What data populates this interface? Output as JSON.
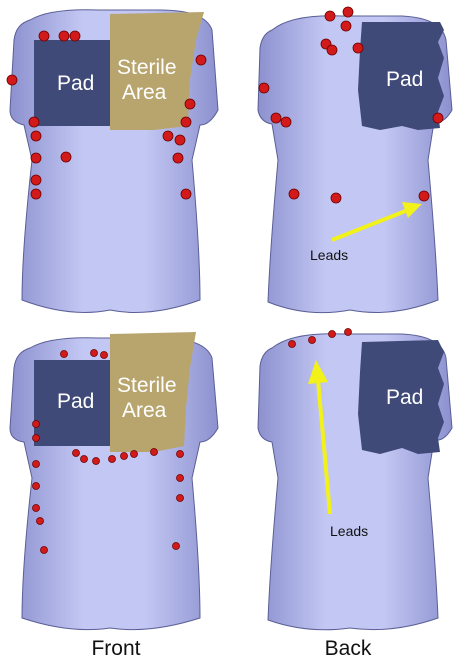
{
  "labels": {
    "pad": "Pad",
    "sterile_line1": "Sterile",
    "sterile_line2": "Area",
    "leads": "Leads"
  },
  "captions": {
    "front": "Front",
    "back": "Back"
  },
  "colors": {
    "torso": "#aeb3e6",
    "pad": "#3f4a78",
    "sterile": "#b8a56e",
    "electrode": "#d21a1a",
    "arrow": "#f2f21a"
  }
}
